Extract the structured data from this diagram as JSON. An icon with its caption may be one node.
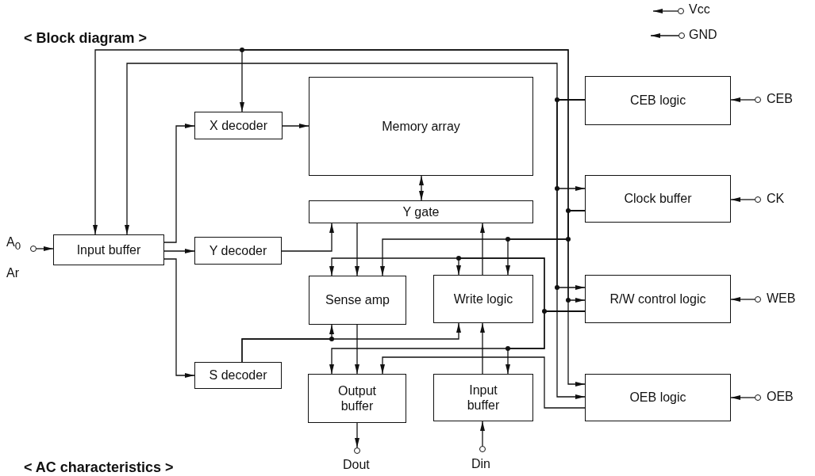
{
  "diagram": {
    "title": "< Block diagram >",
    "nodes": [
      {
        "text": [],
        "shape": "circle",
        "beside": [
          "Vcc"
        ]
      },
      {
        "text": [],
        "shape": "circle",
        "beside": [
          "GND"
        ]
      },
      {
        "text": [
          "X decoder"
        ]
      },
      {
        "text": [
          "Memory array"
        ]
      },
      {
        "text": [
          "CEB logic"
        ]
      },
      {
        "text": [],
        "shape": "circle",
        "beside": [
          "CEB"
        ]
      },
      {
        "text": [
          "Y gate"
        ]
      },
      {
        "text": [
          "Clock buffer"
        ]
      },
      {
        "text": [],
        "shape": "circle",
        "beside": [
          "CK"
        ]
      },
      {
        "text": [],
        "shape": "circle",
        "beside": [
          "A$_{0}$",
          "Ar"
        ]
      },
      {
        "text": [
          "Input buffer"
        ]
      },
      {
        "text": [
          "Y decoder"
        ]
      },
      {
        "text": [
          "Sense amp"
        ]
      },
      {
        "text": [
          "Write logic"
        ]
      },
      {
        "text": [
          "R/W control logic"
        ]
      },
      {
        "text": [],
        "shape": "circle",
        "beside": [
          "WEB"
        ]
      },
      {
        "text": [
          "S decoder"
        ]
      },
      {
        "text": [
          "Output buffer"
        ]
      },
      {
        "text": [
          "Input buffer"
        ]
      },
      {
        "text": [
          "OEB logic"
        ]
      },
      {
        "text": [],
        "shape": "circle",
        "beside": [
          "OEB"
        ]
      },
      {
        "text": [],
        "shape": "circle",
        "beside": [
          "Dout"
        ]
      },
      {
        "text": [],
        "shape": "circle",
        "beside": [
          "Din"
        ]
      }
    ],
    "edges": [
      {
        "from": 9,
        "to": 10,
        "arrow": "to"
      },
      {
        "from": 10,
        "to": 2,
        "arrow": "to"
      },
      {
        "from": 10,
        "to": 11,
        "arrow": "to"
      },
      {
        "from": 10,
        "to": 16,
        "arrow": "to"
      },
      {
        "from": 2,
        "to": 3,
        "arrow": "to"
      },
      {
        "from": 3,
        "to": 6,
        "arrow": "both"
      },
      {
        "from": 11,
        "to": 6,
        "arrow": "to"
      },
      {
        "from": 6,
        "to": 12,
        "arrow": "to"
      },
      {
        "from": 13,
        "to": 6,
        "arrow": "to"
      },
      {
        "from": 12,
        "to": 17,
        "arrow": "to"
      },
      {
        "from": 18,
        "to": 13,
        "arrow": "to"
      },
      {
        "from": 22,
        "to": 18,
        "arrow": "to"
      },
      {
        "from": 17,
        "to": 21,
        "arrow": "to"
      },
      {
        "from": 5,
        "to": 4,
        "arrow": "to"
      },
      {
        "from": 8,
        "to": 7,
        "arrow": "to"
      },
      {
        "from": 15,
        "to": 14,
        "arrow": "to"
      },
      {
        "from": 20,
        "to": 19,
        "arrow": "to"
      },
      {
        "from": 0,
        "to": null,
        "arrow": "to"
      },
      {
        "from": 1,
        "to": null,
        "arrow": "to"
      },
      {
        "from": 4,
        "to": 10,
        "arrow": "to"
      },
      {
        "from": 4,
        "to": 7,
        "arrow": "to"
      },
      {
        "from": 4,
        "to": 14,
        "arrow": "to"
      },
      {
        "from": 4,
        "to": 19,
        "arrow": "to"
      },
      {
        "from": 7,
        "to": 10,
        "arrow": "to"
      },
      {
        "from": 7,
        "to": 2,
        "arrow": "to"
      },
      {
        "from": 7,
        "to": 12,
        "arrow": "to"
      },
      {
        "from": 7,
        "to": 13,
        "arrow": "to"
      },
      {
        "from": 7,
        "to": 14,
        "arrow": "to"
      },
      {
        "from": 7,
        "to": 19,
        "arrow": "to"
      },
      {
        "from": 14,
        "to": 12,
        "arrow": "to"
      },
      {
        "from": 14,
        "to": 13,
        "arrow": "to"
      },
      {
        "from": 14,
        "to": 17,
        "arrow": "to"
      },
      {
        "from": 14,
        "to": 18,
        "arrow": "to"
      },
      {
        "from": 19,
        "to": 17,
        "arrow": "to"
      },
      {
        "from": 16,
        "to": 12,
        "arrow": "to"
      },
      {
        "from": 16,
        "to": 13,
        "arrow": "to"
      }
    ],
    "labels": [
      "< AC characteristics >"
    ]
  }
}
